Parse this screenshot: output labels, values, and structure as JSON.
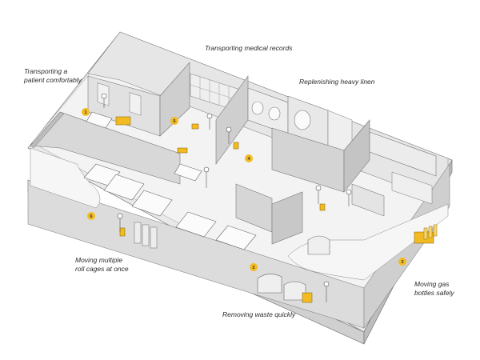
{
  "captions": {
    "patient": [
      "Transporting a",
      "patient comfortably"
    ],
    "records": "Transporting medical records",
    "linen": "Replenishing heavy linen",
    "roll_cages": [
      "Moving multiple",
      "roll cages at once"
    ],
    "waste": "Removing waste quickly",
    "gas": [
      "Moving gas",
      "bottles safely"
    ]
  },
  "markers": [
    {
      "id": "marker-1",
      "label": "1"
    },
    {
      "id": "marker-2",
      "label": "2"
    },
    {
      "id": "marker-3",
      "label": "3"
    },
    {
      "id": "marker-4",
      "label": "4"
    },
    {
      "id": "marker-5",
      "label": "5"
    },
    {
      "id": "marker-6",
      "label": "6"
    }
  ],
  "colors": {
    "accent": "#f2bb22",
    "wall": "#e3e3e3",
    "wall_side": "#c9c9c9",
    "floor": "#f3f3f3",
    "line": "#555555"
  }
}
